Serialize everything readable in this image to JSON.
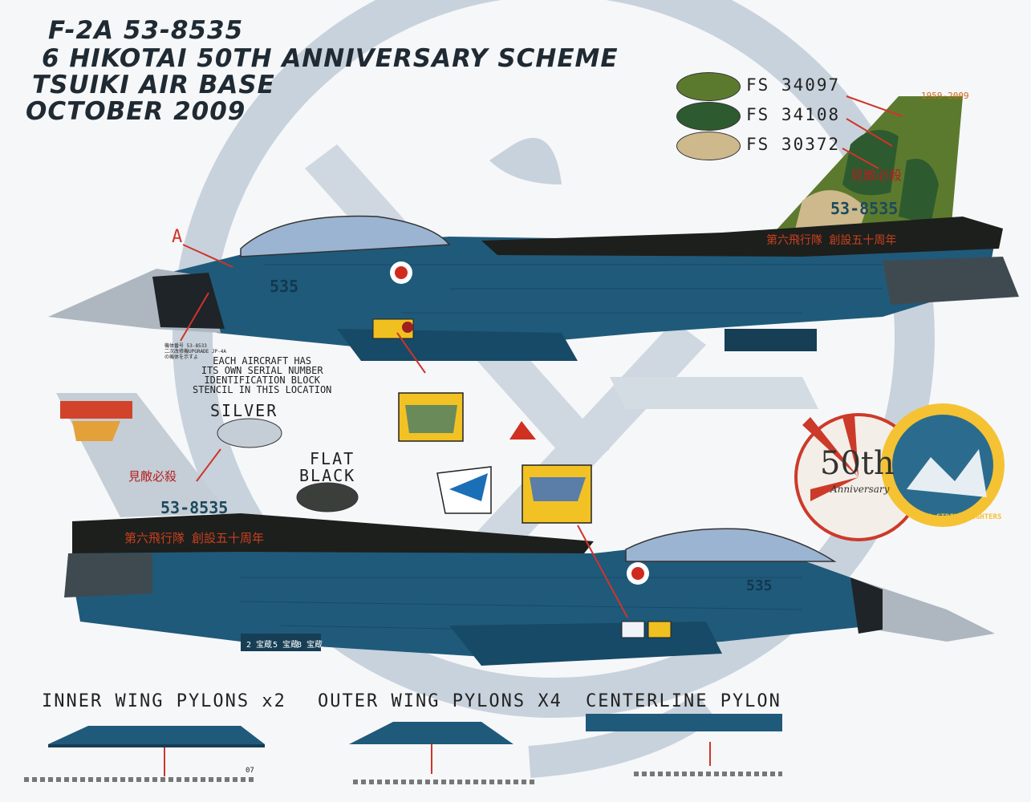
{
  "title": {
    "line1": "F-2A 53-8535",
    "line2": "6 HIKOTAI 50TH ANNIVERSARY SCHEME",
    "line3": "TSUIKI AIR BASE",
    "line4": "OCTOBER 2009"
  },
  "colors": {
    "fs34097": "#5c7a2e",
    "fs34108": "#2e5a2f",
    "fs30372": "#cdb98c",
    "silver": "#c5cdd6",
    "flat_black": "#3a3f3c",
    "sea_blue": "#1f5a7a",
    "dark_blue": "#0f3f5a"
  },
  "paint_swatches": [
    {
      "label": "FS 34097"
    },
    {
      "label": "FS 34108"
    },
    {
      "label": "FS 30372"
    }
  ],
  "callouts": {
    "a_marker": "A",
    "silver_label": "SILVER",
    "flat_label_1": "FLAT",
    "flat_label_2": "BLACK",
    "stencil_note": [
      "EACH AIRCRAFT HAS",
      "ITS OWN SERIAL NUMBER",
      "IDENTIFICATION BLOCK",
      "STENCIL IN THIS LOCATION"
    ],
    "stencil_small": [
      "機体番号 53-8533",
      "二次改修機UPGRADE JP-4A",
      "の機体を示すよ"
    ]
  },
  "aircraft": {
    "serial": "53-8535",
    "nose_number": "535",
    "tail_year": "1959-2009",
    "tail_kanji": "見敵必殺",
    "spine_text": "第六飛行隊  創設五十周年",
    "stencil_small_1": "2 宝蔵",
    "stencil_small_2": "5 宝蔵",
    "stencil_small_3": "8 宝蔵"
  },
  "badge": {
    "big": "50th",
    "sub": "Anniversary",
    "ring": "6 SQ STRIKE FIGHTERS"
  },
  "pylons": {
    "inner": "INNER WING PYLONS x2",
    "outer": "OUTER WING PYLONS X4",
    "center": "CENTERLINE PYLON",
    "inner_code": "07"
  }
}
